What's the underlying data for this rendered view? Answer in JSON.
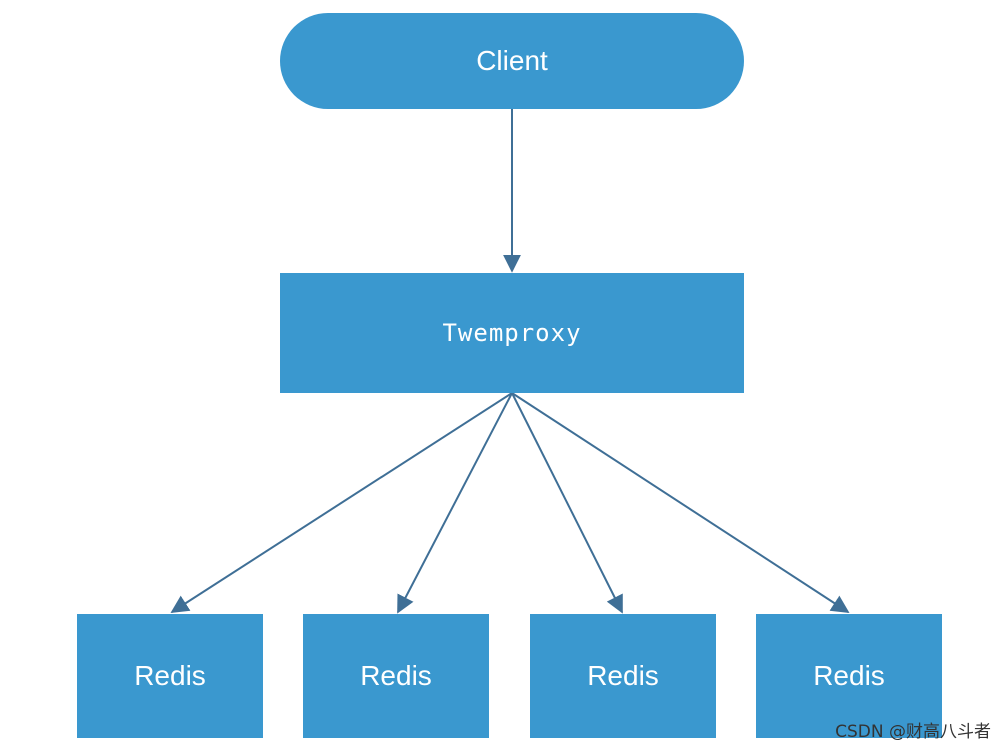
{
  "nodes": {
    "client": "Client",
    "proxy": "Twemproxy",
    "redis": [
      "Redis",
      "Redis",
      "Redis",
      "Redis"
    ]
  },
  "watermark": "CSDN @财高八斗者",
  "colors": {
    "node_fill": "#3a98cf",
    "node_text": "#ffffff",
    "connector": "#3f6f96"
  }
}
